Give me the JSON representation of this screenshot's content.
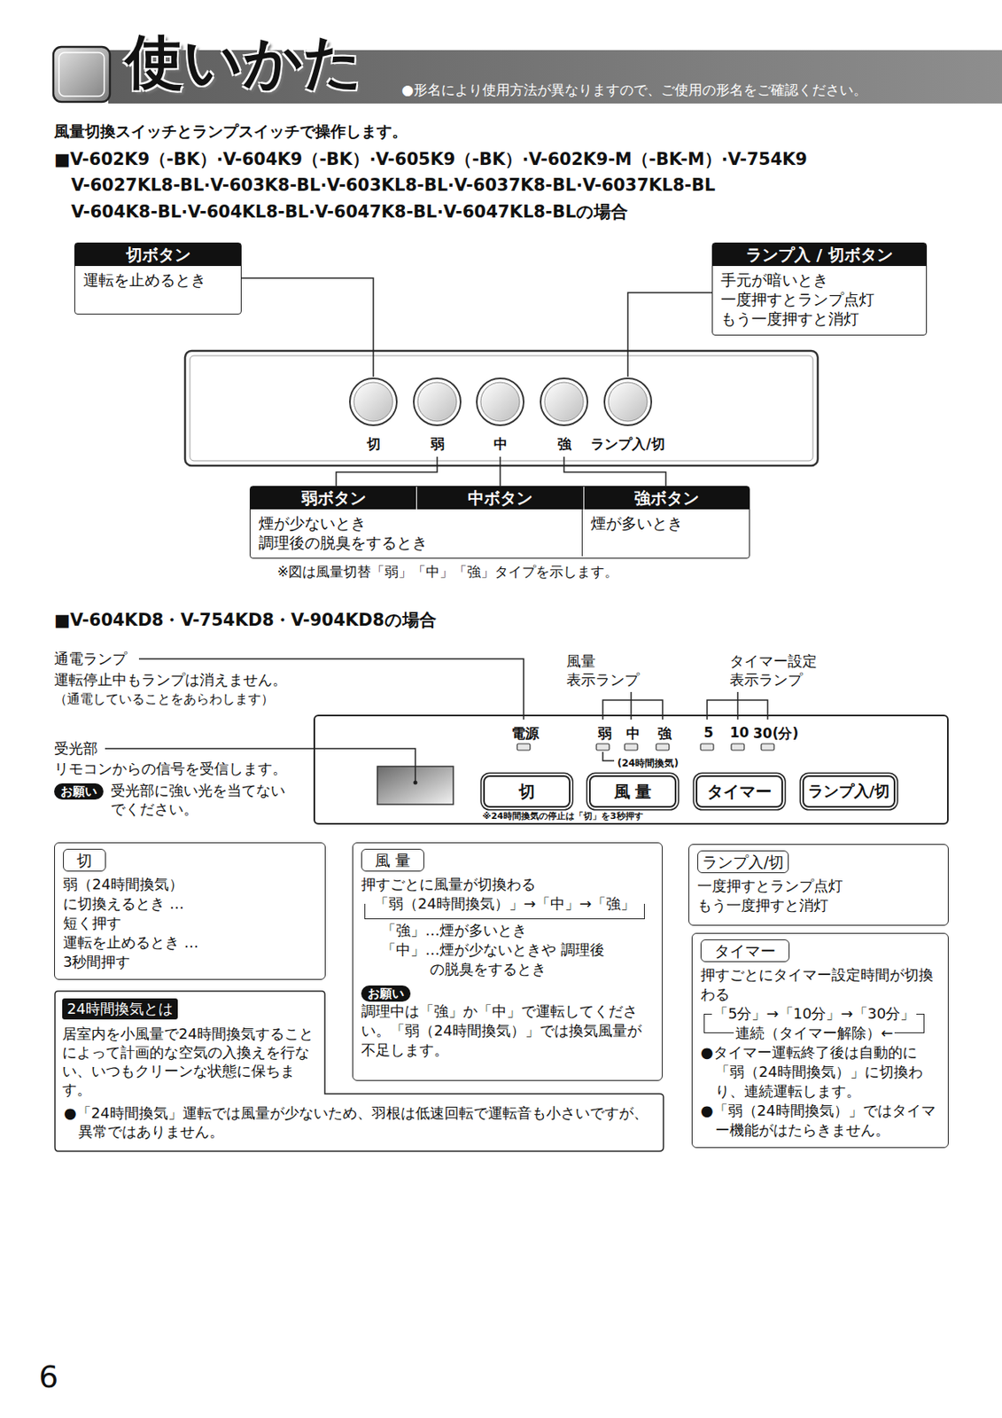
{
  "diagram": {
    "title": "使いかた",
    "nodes": [
      {
        "text": [
          "切ボタン",
          "運転を止めるとき"
        ]
      },
      {
        "text": [
          "ランプ入 / 切ボタン",
          "手元が暗いとき 一度押すとランプ点灯 もう一度押すと消灯"
        ]
      },
      {
        "text": [
          "弱ボタン",
          "中ボタン",
          "強ボタン",
          "煙が少ないとき 調理後の脱臭をするとき",
          "煙が多いとき"
        ]
      },
      {
        "text": [
          "電源",
          "弱",
          "中",
          "強",
          "5",
          "10",
          "30(分)",
          "(24時間換気)",
          "※24時間換気の停止は「切」を3秒押す"
        ]
      },
      {
        "text": [
          "切"
        ],
        "in": 3
      },
      {
        "text": [
          "風 量"
        ],
        "in": 3
      },
      {
        "text": [
          "タイマー"
        ],
        "in": 3
      },
      {
        "text": [
          "ランプ入/切"
        ],
        "in": 3
      },
      {
        "text": [
          "切",
          "弱（24時間換気）に切換えるとき …短く押す 運転を止めるとき …3秒間押す"
        ]
      },
      {
        "text": [
          "風 量",
          "押すごとに風量が切換わる",
          "「弱（24時間換気）」→「中」→「強」",
          "「強」…煙が多いとき",
          "「中」…煙が少ないときや 調理後の脱臭をするとき",
          "お願い",
          "調理中は「強」か「中」で運転してください。「弱（24時間換気）」では換気風量が不足します。"
        ]
      },
      {
        "text": [
          "ランプ入/切",
          "一度押すとランプ点灯 もう一度押すと消灯"
        ]
      },
      {
        "text": [
          "タイマー",
          "押すごとにタイマー設定時間が切換わる",
          "「5分」→「10分」→「30分」",
          "連続（タイマー解除）←",
          "●タイマー運転終了後は自動的に「弱（24時間換気）」に切換わり、連続運転します。",
          "●「弱（24時間換気）」ではタイマー機能がはたらきません。"
        ]
      },
      {
        "text": [
          "24時間換気とは",
          "居室内を小風量で24時間換気することによって計画的な空気の入換えを行ない、いつもクリーンな状態に保ちます。",
          "●「24時間換気」運転では風量が少ないため、羽根は低速回転で運転音も小さいですが、異常ではありません。"
        ]
      }
    ],
    "labels": [
      "●形名により使用方法が異なりますので、ご使用の形名をご確認ください。",
      "風量切換スイッチとランプスイッチで操作します。",
      "■V-602K9（-BK）·V-604K9（-BK）·V-605K9（-BK）·V-602K9-M（-BK-M）·V-754K9",
      "V-6027KL8-BL·V-603K8-BL·V-603KL8-BL·V-6037K8-BL·V-6037KL8-BL",
      "V-604K8-BL·V-604KL8-BL·V-6047K8-BL·V-6047KL8-BLの場合",
      "切",
      "弱",
      "中",
      "強",
      "ランプ入/切",
      "※図は風量切替「弱」「中」「強」タイプを示します。",
      "■V-604KD8・V-754KD8・V-904KD8の場合",
      "通電ランプ",
      "運転停止中もランプは消えません。",
      "（通電していることをあらわします）",
      "受光部",
      "リモコンからの信号を受信します。",
      "お願い",
      "受光部に強い光を当てないでください。",
      "風量 表示ランプ",
      "タイマー設定 表示ランプ",
      "6"
    ]
  }
}
